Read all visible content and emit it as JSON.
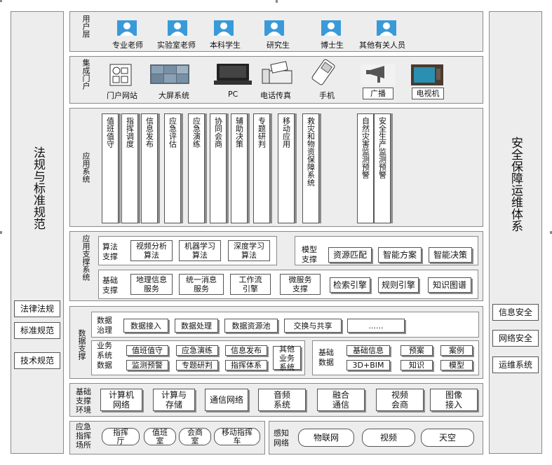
{
  "left": {
    "title": "法规与标准规范",
    "items": [
      "法律法规",
      "标准规范",
      "技术规范"
    ]
  },
  "right": {
    "title": "安全保障运维体系",
    "items": [
      "信息安全",
      "网络安全",
      "运维系统"
    ]
  },
  "user_layer": {
    "label": "用户层",
    "users": [
      "专业老师",
      "实验室老师",
      "本科学生",
      "研究生",
      "博士生",
      "其他有关人员"
    ]
  },
  "portal": {
    "label": "集成门户",
    "items": [
      "门户网站",
      "大屏系统",
      "PC",
      "电话传真",
      "手机",
      "广播",
      "电视机"
    ]
  },
  "apps": {
    "label": "应用系统",
    "columns": [
      "值班值守",
      "指挥调度",
      "信息发布",
      "应急评估",
      "应急演练",
      "协同会商",
      "辅助决策",
      "专题研判",
      "移动应用",
      "救灾和物资保障系统",
      "自然灾害监测预警",
      "安全生产监测预警"
    ]
  },
  "support": {
    "label": "应用支撑系统",
    "algo_label": "算法支撑",
    "algos": [
      "视频分析算法",
      "机器学习算法",
      "深度学习算法"
    ],
    "model_label": "模型支撑",
    "models": [
      "资源匹配",
      "智能方案",
      "智能决策"
    ],
    "base_label": "基础支撑",
    "bases": [
      "地理信息服务",
      "统一消息服务",
      "工作流引擎",
      "微服务支撑",
      "检索引擎",
      "规则引擎",
      "知识图谱"
    ]
  },
  "data": {
    "label": "数据支撑",
    "gov_label": "数据治理",
    "gov_items": [
      "数据接入",
      "数据处理",
      "数据资源池",
      "交换与共享",
      "......"
    ],
    "biz_label": "业务系统数据",
    "biz_items": [
      "值班值守",
      "应急演练",
      "信息发布",
      "监测预警",
      "专题研判",
      "指挥体系"
    ],
    "biz_other": "其他业务系统",
    "base_label": "基础数据",
    "base_items": [
      "基础信息",
      "预案",
      "案例",
      "3D+BIM",
      "知识",
      "模型"
    ]
  },
  "infra": {
    "label": "基础支撑环境",
    "items": [
      "计算机网络",
      "计算与存储",
      "通信网络",
      "音频系统",
      "融合通信",
      "视频会商",
      "图像接入"
    ]
  },
  "venue": {
    "label": "应急指挥场所",
    "items": [
      "指挥厅",
      "值班室",
      "会商室",
      "移动指挥车"
    ]
  },
  "sensing": {
    "label": "感知网络",
    "items": [
      "物联网",
      "视频",
      "天空"
    ]
  }
}
